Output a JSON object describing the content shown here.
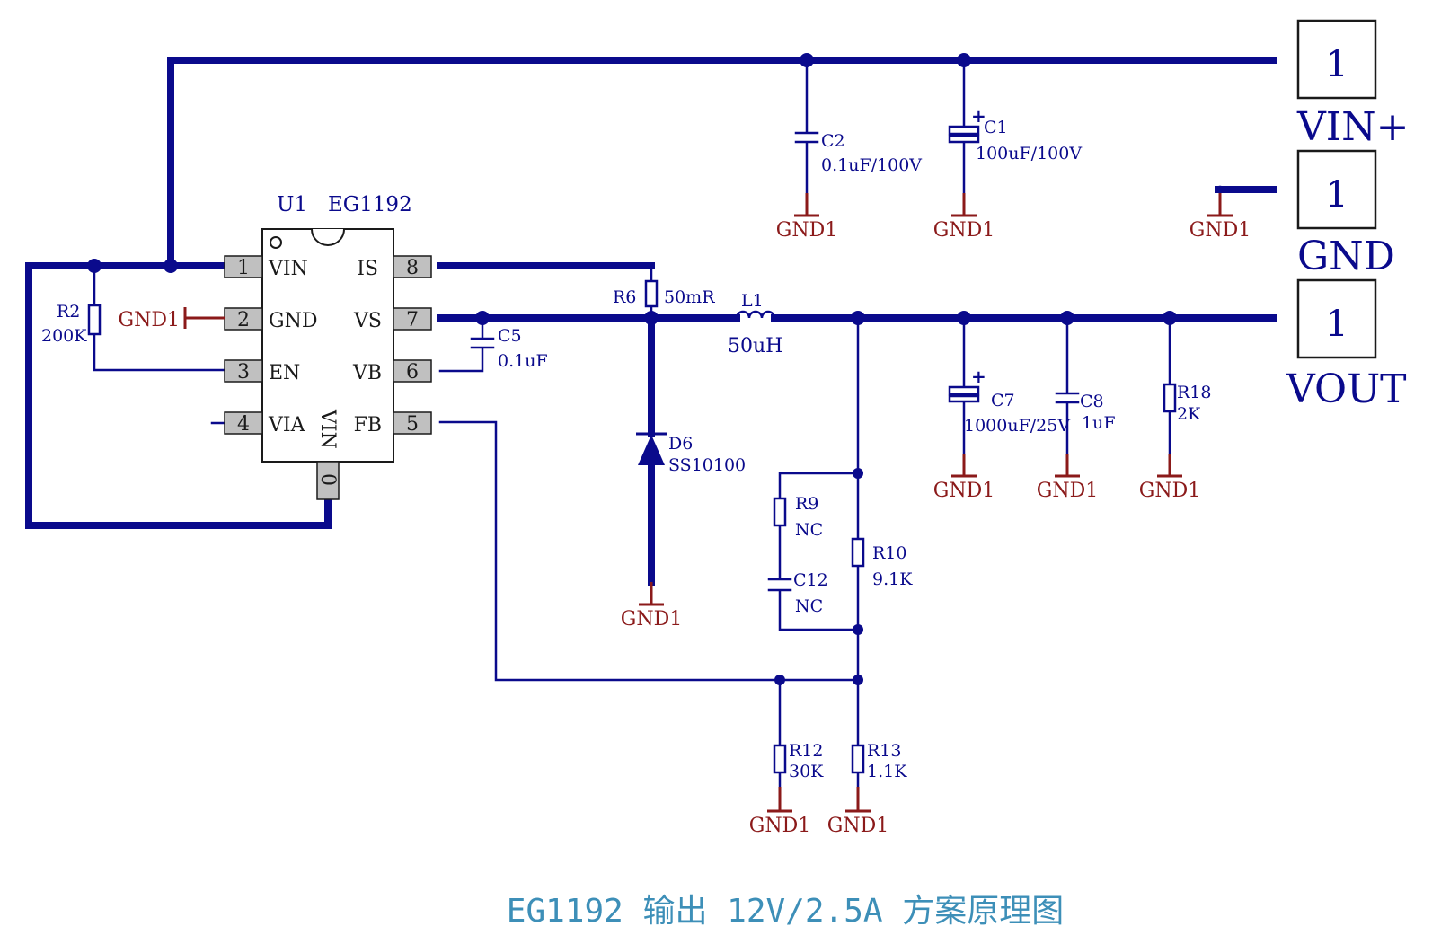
{
  "caption": "EG1192 输出 12V/2.5A 方案原理图",
  "colors": {
    "wire": "#0a0a8c",
    "ground": "#8b1a1a",
    "pin_fill": "#c0c0c0",
    "caption": "#3d8fb8"
  },
  "ic": {
    "designator": "U1",
    "part": "EG1192",
    "pins": [
      {
        "num": "1",
        "name": "VIN"
      },
      {
        "num": "2",
        "name": "GND"
      },
      {
        "num": "3",
        "name": "EN"
      },
      {
        "num": "4",
        "name": "VIA"
      },
      {
        "num": "5",
        "name": "FB"
      },
      {
        "num": "6",
        "name": "VB"
      },
      {
        "num": "7",
        "name": "VS"
      },
      {
        "num": "8",
        "name": "IS"
      }
    ],
    "bottom_pin_num": "0",
    "bottom_pin_name": "VIN"
  },
  "components": {
    "R2": {
      "ref": "R2",
      "value": "200K"
    },
    "C5": {
      "ref": "C5",
      "value": "0.1uF"
    },
    "R6": {
      "ref": "R6",
      "value": "50mR"
    },
    "L1": {
      "ref": "L1",
      "value": "50uH"
    },
    "D6": {
      "ref": "D6",
      "value": "SS10100"
    },
    "C2": {
      "ref": "C2",
      "value": "0.1uF/100V"
    },
    "C1": {
      "ref": "C1",
      "value": "100uF/100V"
    },
    "C7": {
      "ref": "C7",
      "value": "1000uF/25V"
    },
    "C8": {
      "ref": "C8",
      "value": "1uF"
    },
    "R18": {
      "ref": "R18",
      "value": "2K"
    },
    "R9": {
      "ref": "R9",
      "value": "NC"
    },
    "C12": {
      "ref": "C12",
      "value": "NC"
    },
    "R10": {
      "ref": "R10",
      "value": "9.1K"
    },
    "R12": {
      "ref": "R12",
      "value": "30K"
    },
    "R13": {
      "ref": "R13",
      "value": "1.1K"
    }
  },
  "ground_label": "GND1",
  "connectors": [
    {
      "pin": "1",
      "label": "VIN+"
    },
    {
      "pin": "1",
      "label": "GND"
    },
    {
      "pin": "1",
      "label": "VOUT"
    }
  ]
}
